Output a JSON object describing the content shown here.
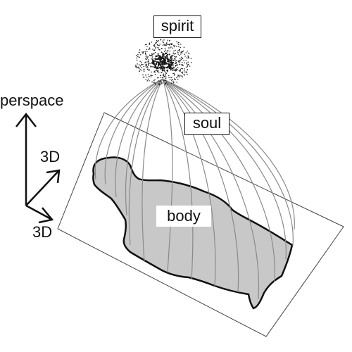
{
  "labels": {
    "spirit": "spirit",
    "soul": "soul",
    "body": "body",
    "perspace": "perspace",
    "axis_3d_upper": "3D",
    "axis_3d_lower": "3D"
  },
  "colors": {
    "outline": "#111111",
    "body_fill": "#c8c8c8",
    "soul_lines": "#8a8a8a",
    "plane": "#444444",
    "spirit_dots": "#1a1a1a"
  }
}
